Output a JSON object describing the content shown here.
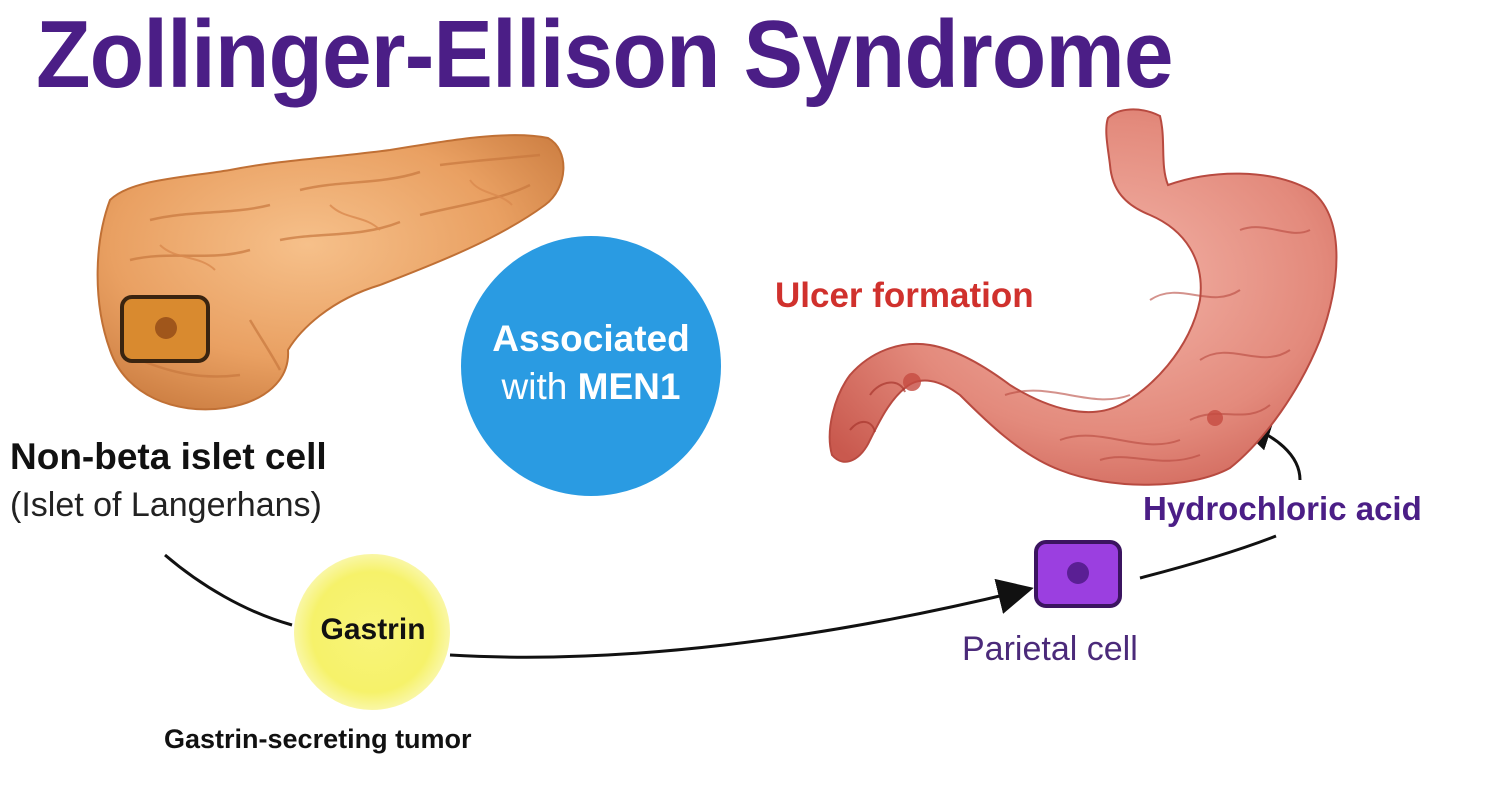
{
  "title": "Zollinger-Ellison Syndrome",
  "cell_source": {
    "label": "Non-beta islet cell",
    "sublabel": "(Islet of Langerhans)"
  },
  "association": {
    "line1": "Associated",
    "line2_prefix": "with ",
    "line2_strong": "MEN1",
    "color": "#2a9be2"
  },
  "hormone": {
    "label": "Gastrin",
    "color": "#f6f26a"
  },
  "tumor": {
    "label": "Gastrin-secreting tumor"
  },
  "target": {
    "label": "Parietal cell",
    "color": "#9b3fe0"
  },
  "secretion": {
    "label": "Hydrochloric acid"
  },
  "outcome": {
    "label": "Ulcer formation"
  },
  "icons": [
    "pancreas-illustration",
    "stomach-illustration",
    "islet-cell-icon",
    "parietal-cell-icon"
  ]
}
